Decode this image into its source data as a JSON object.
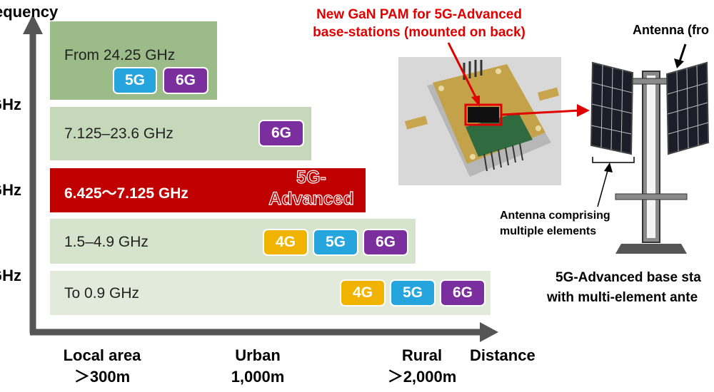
{
  "y_axis": {
    "title": "Frequency",
    "ticks": [
      "GHz",
      "GHz",
      "GHz"
    ]
  },
  "x_axis": {
    "title": "Distance",
    "labels": [
      {
        "line1": "Local area",
        "line2": "＞300m"
      },
      {
        "line1": "Urban",
        "line2": "1,000m"
      },
      {
        "line1": "Rural",
        "line2": "＞2,000m"
      }
    ]
  },
  "bands": [
    {
      "label": "From 24.25 GHz",
      "badges": [
        "5G",
        "6G"
      ]
    },
    {
      "label": "7.125–23.6 GHz",
      "badges": [
        "6G"
      ]
    },
    {
      "label": "6.425～7.125 GHz",
      "badges": [
        "5G-Advanced"
      ]
    },
    {
      "label": "1.5–4.9 GHz",
      "badges": [
        "4G",
        "5G",
        "6G"
      ]
    },
    {
      "label": "To 0.9 GHz",
      "badges": [
        "4G",
        "5G",
        "6G"
      ]
    }
  ],
  "badge_5g_adv": {
    "line1": "5G-",
    "line2": "Advanced"
  },
  "pam_note": {
    "line1": "New GaN PAM for 5G-Advanced",
    "line2": "base-stations (mounted on back)"
  },
  "antenna_top": "Antenna (fro",
  "antenna_elements": {
    "line1": "Antenna comprising",
    "line2": "multiple elements"
  },
  "base_station": {
    "line1": "5G-Advanced base sta",
    "line2": "with multi-element ante"
  },
  "colors": {
    "band_green_dark": "#9bbb88",
    "band_green_light": "#c5d8ba",
    "band_green_pale": "#d6e3cd",
    "band_red": "#c00000",
    "badge_4g": "#f0b400",
    "badge_5g": "#26a4dd",
    "badge_6g": "#7b2e9e",
    "note_red": "#e00000"
  }
}
